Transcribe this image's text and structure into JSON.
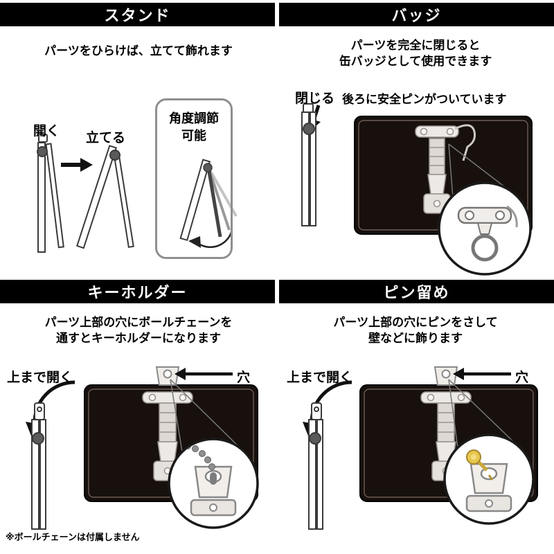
{
  "colors": {
    "header_bg": "#000000",
    "header_text": "#ffffff",
    "body_text": "#000000",
    "badge_body": "#17100d",
    "outline_gray": "#8f8f8f",
    "pin_head_yellow": "#e8c74f",
    "chain_gray": "#8f8f8f"
  },
  "panels": {
    "stand": {
      "title": "スタンド",
      "description": "パーツをひらけば、立てて飾れます",
      "labels": {
        "open": "開く",
        "stand_up": "立てる",
        "angle_adjust": "角度調節\n可能"
      }
    },
    "badge": {
      "title": "バッジ",
      "description": "パーツを完全に閉じると\n缶バッジとして使用できます",
      "labels": {
        "close": "閉じる",
        "safety_pin_note": "後ろに安全ピンがついています"
      }
    },
    "keyholder": {
      "title": "キーホルダー",
      "description": "パーツ上部の穴にボールチェーンを\n通すとキーホルダーになります",
      "labels": {
        "open_to_top": "上まで開く",
        "hole": "穴"
      },
      "footnote": "※ボールチェーンは付属しません"
    },
    "pin_mount": {
      "title": "ピン留め",
      "description": "パーツ上部の穴にピンをさして\n壁などに飾ります",
      "labels": {
        "open_to_top": "上まで開く",
        "hole": "穴"
      }
    }
  }
}
